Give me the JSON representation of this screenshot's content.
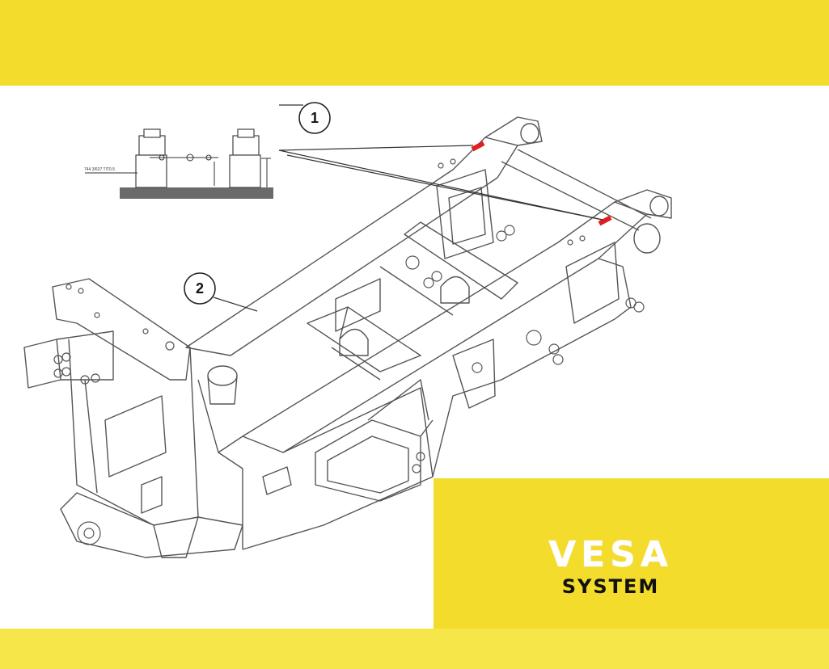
{
  "colors": {
    "band_yellow": "#f3dc2b",
    "band_yellow_light": "#f7e64a",
    "line": "#555555",
    "marker_red": "#e02020",
    "logo_white": "#ffffff",
    "logo_black": "#111111"
  },
  "callouts": [
    {
      "id": "1",
      "label": "1"
    },
    {
      "id": "2",
      "label": "2"
    }
  ],
  "detail": {
    "dimension_label": "744 3/637 TIT0.5"
  },
  "logo": {
    "word": "VESA",
    "subword": "SYSTEM"
  }
}
